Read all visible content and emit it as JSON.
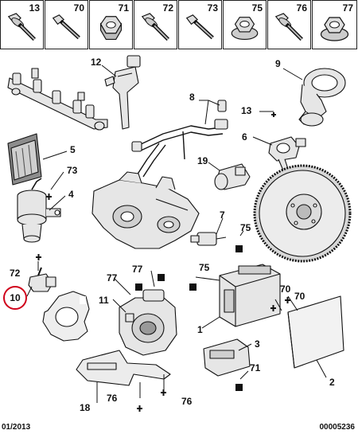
{
  "header": {
    "fasteners": [
      {
        "number": "13",
        "icon": "flange-bolt-icon"
      },
      {
        "number": "70",
        "icon": "bolt-icon"
      },
      {
        "number": "71",
        "icon": "hex-nut-icon"
      },
      {
        "number": "72",
        "icon": "flange-bolt-icon"
      },
      {
        "number": "73",
        "icon": "bolt-icon"
      },
      {
        "number": "75",
        "icon": "flange-nut-icon"
      },
      {
        "number": "76",
        "icon": "flange-bolt-icon"
      },
      {
        "number": "77",
        "icon": "flange-nut-icon"
      }
    ]
  },
  "callouts": {
    "c1": "1",
    "c2": "2",
    "c3": "3",
    "c4": "4",
    "c5": "5",
    "c6": "6",
    "c7": "7",
    "c8": "8",
    "c9": "9",
    "c10": "10",
    "c11": "11",
    "c12": "12",
    "c13": "13",
    "c18": "18",
    "c19": "19",
    "c70a": "70",
    "c70b": "70",
    "c71": "71",
    "c72": "72",
    "c73": "73",
    "c75": "75",
    "c75b": "75",
    "c76a": "76",
    "c76b": "76",
    "c77a": "77",
    "c77b": "77"
  },
  "footer": {
    "date": "01/2013",
    "reference": "00005236"
  },
  "colors": {
    "highlight": "#d0021b",
    "line": "#111111",
    "part_fill": "#e6e6e6"
  }
}
